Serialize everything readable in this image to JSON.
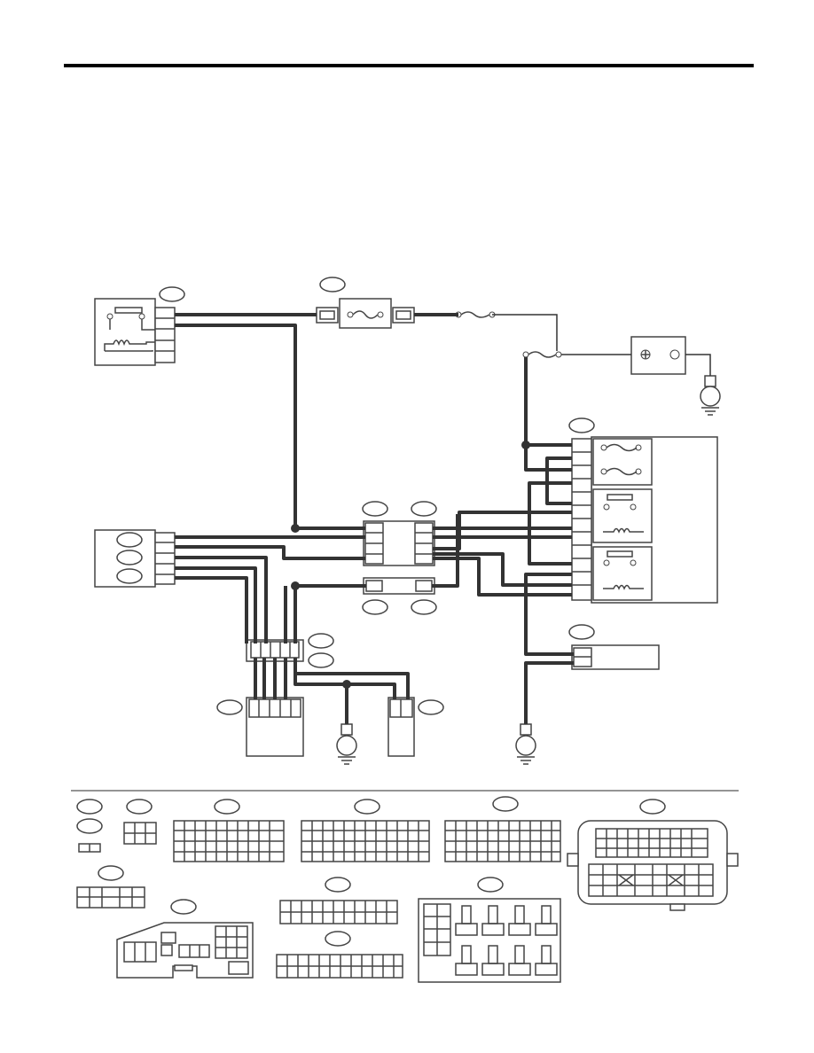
{
  "header": {},
  "diagram": {
    "components": [
      {
        "id": "main-relay",
        "kind": "relay"
      },
      {
        "id": "fuse",
        "kind": "fuse"
      },
      {
        "id": "fusible-link",
        "kind": "fusible-link"
      },
      {
        "id": "battery",
        "kind": "battery"
      },
      {
        "id": "relay-box",
        "kind": "fuse-and-relay-box"
      },
      {
        "id": "control-unit",
        "kind": "connector-block"
      },
      {
        "id": "joint-connector-upper",
        "kind": "joint-connector"
      },
      {
        "id": "joint-connector-lower",
        "kind": "joint-connector"
      },
      {
        "id": "sensor-left",
        "kind": "connector-block"
      },
      {
        "id": "sensor-right",
        "kind": "connector-block"
      },
      {
        "id": "grounds",
        "kind": "ground",
        "count": 3
      },
      {
        "id": "rh-module",
        "kind": "connector-block"
      }
    ],
    "connector_callouts": 15,
    "legend_callouts": 10
  },
  "colors": {
    "line": "#333333",
    "outline": "#444444",
    "rule": "#000000"
  }
}
